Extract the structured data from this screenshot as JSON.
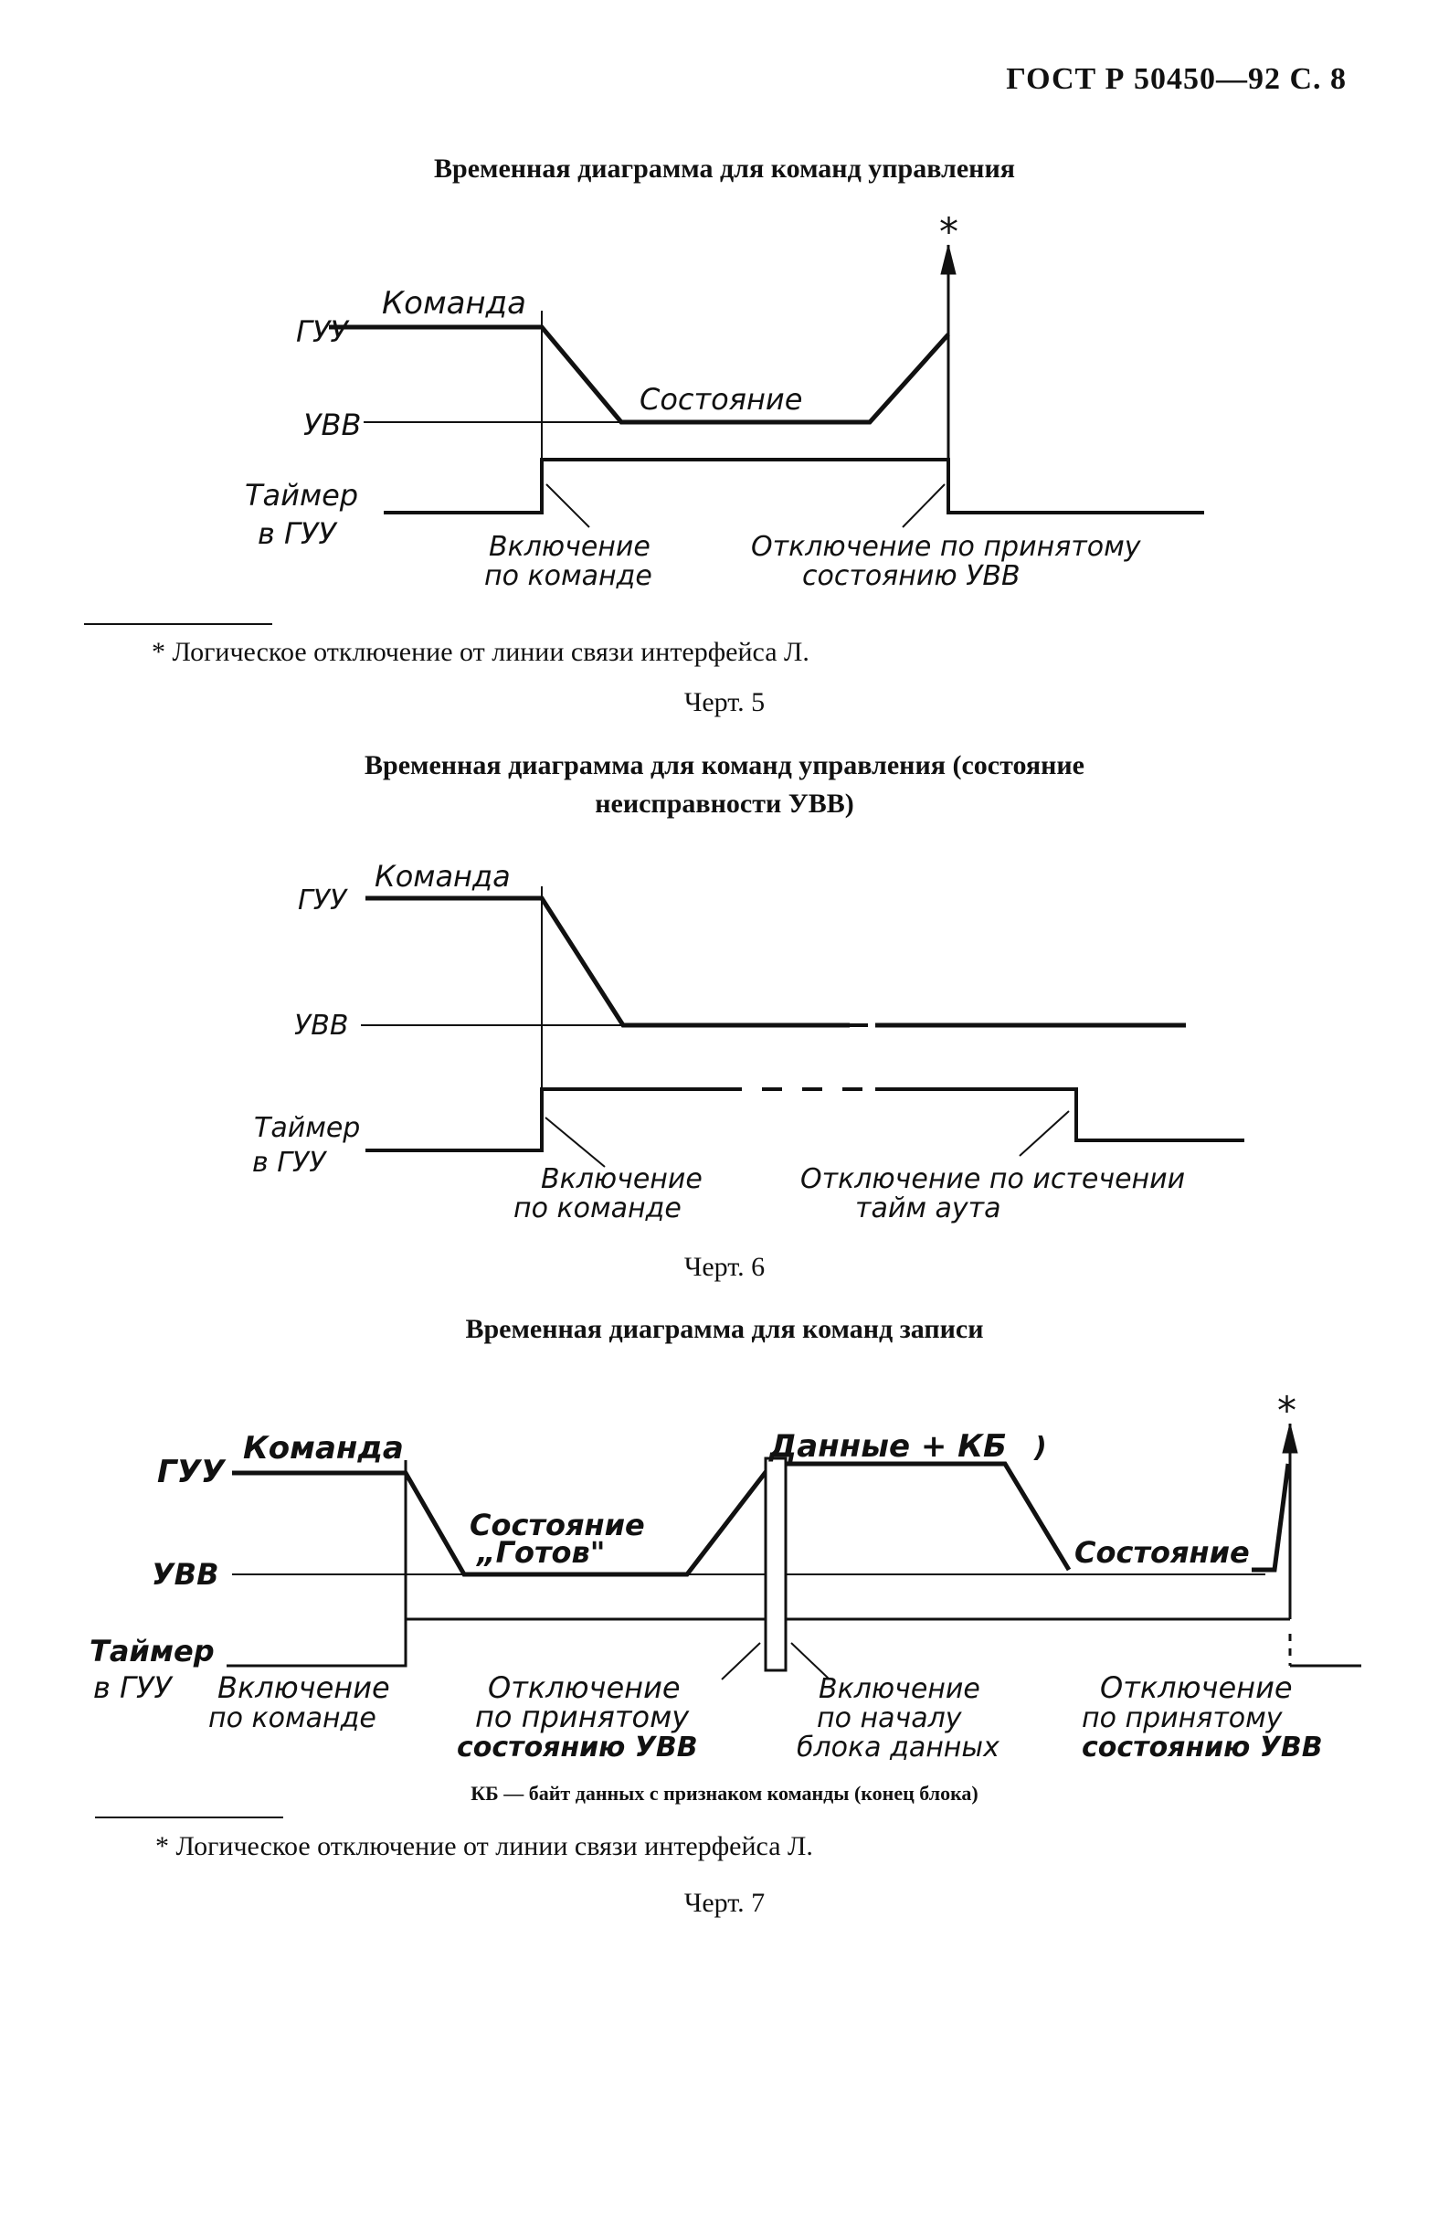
{
  "header": "ГОСТ Р 50450—92 С. 8",
  "diagram5": {
    "title": "Временная диаграмма для команд управления",
    "asterisk": "*",
    "labels": {
      "command": "Команда",
      "guu": "ГУУ",
      "uvv": "УВВ",
      "timer": "Таймер",
      "timer2": "в ГУУ",
      "state": "Состояние",
      "on1": "Включение",
      "on2": "по команде",
      "off1": "Отключение по принятому",
      "off2": "состоянию УВВ"
    },
    "footnote": "* Логическое отключение от линии связи интерфейса Л.",
    "caption": "Черт. 5"
  },
  "diagram6": {
    "title_line1": "Временная диаграмма для команд управления (состояние",
    "title_line2": "неисправности УВВ)",
    "labels": {
      "command": "Команда",
      "guu": "ГУУ",
      "uvv": "УВВ",
      "timer": "Таймер",
      "timer2": "в ГУУ",
      "on1": "Включение",
      "on2": "по команде",
      "off1": "Отключение по истечении",
      "off2": "тайм аута"
    },
    "caption": "Черт. 6"
  },
  "diagram7": {
    "title": "Временная диаграмма для команд записи",
    "asterisk": "*",
    "labels": {
      "guu": "ГУУ",
      "command": "Команда",
      "data": "Данные + КБ",
      "paren": ")",
      "state1": "Состояние",
      "ready": "„Готов\"",
      "state2": "Состояние",
      "uvv": "УВВ",
      "timer": "Таймер",
      "timer2": "в ГУУ",
      "on1": "Включение",
      "on2": "по команде",
      "off1": "Отключение",
      "off2": "по принятому",
      "off3": "состоянию УВВ",
      "begin1": "Включение",
      "begin2": "по началу",
      "begin3": "блока данных",
      "off4": "Отключение",
      "off5": "по принятому",
      "off6": "состоянию УВВ"
    },
    "kb_note": "КБ — байт данных с признаком команды (конец блока)",
    "footnote": "* Логическое отключение от линии связи интерфейса Л.",
    "caption": "Черт. 7"
  }
}
